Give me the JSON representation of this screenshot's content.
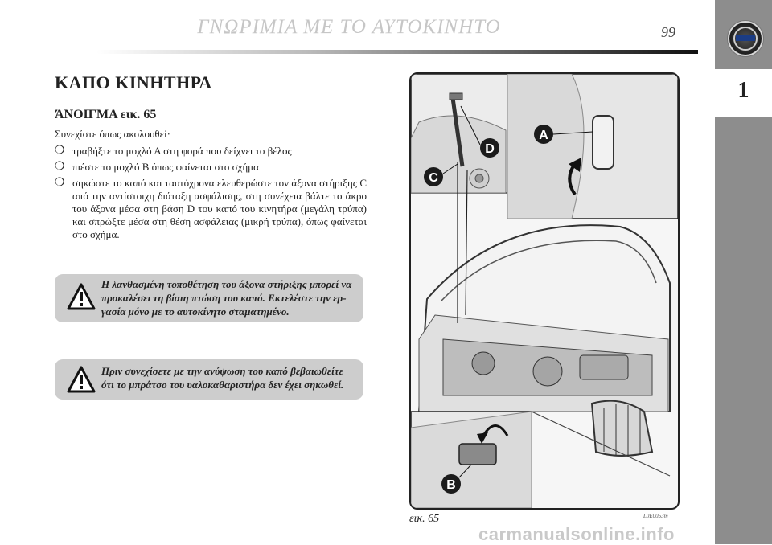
{
  "header": {
    "title": "ΓΝΩΡΙΜΙΑ ΜΕ ΤΟ ΑΥΤΟΚΙΝΗΤΟ",
    "page_number": "99"
  },
  "sidebar": {
    "chapter": "1",
    "logo_text": "LANCIA"
  },
  "content": {
    "section_title": "ΚΑΠΟ ΚΙΝΗΤΗΡΑ",
    "subsection_title": "ΆΝΟΙΓΜΑ εικ. 65",
    "intro": "Συνεχίστε όπως ακολουθεί·",
    "bullet_symbol": "❍",
    "steps": [
      "τραβήξτε το μοχλό Α στη φορά που δείχνει το βέλος",
      "πιέστε το μοχλό Β όπως φαίνεται στο σχήμα",
      "σηκώστε το καπό και ταυτόχρονα ελευθερώστε τον άξονα στήριξης C από την αντίστοιχη διάταξη ασφάλισης, στη συνέχεια βάλτε το άκρο του άξονα μέσα στη βάση D του καπό του κινητήρα (μεγάλη τρύπα) και σπρώξτε μέσα στη θέση ασφάλειας (μικρή τρύπα), όπως φαίνεται στο σχήμα."
    ],
    "warnings": [
      "Η λανθασμένη τοποθέτηση του άξονα στήριξης μπορεί να προκαλέσει τη βίαιη πτώση του καπό. Εκτελέστε την ερ-γασία μόνο με το αυτοκίνητο σταματημένο.",
      "Πριν συνεχίσετε με την ανύψωση του καπό βεβαιωθείτε ότι το μπράτσο του υαλοκαθαριστήρα δεν έχει σηκωθεί."
    ]
  },
  "figure": {
    "labels": [
      "A",
      "B",
      "C",
      "D"
    ],
    "caption": "εικ. 65",
    "code": "L0E0053m"
  },
  "watermark": "carmanualsonline.info"
}
